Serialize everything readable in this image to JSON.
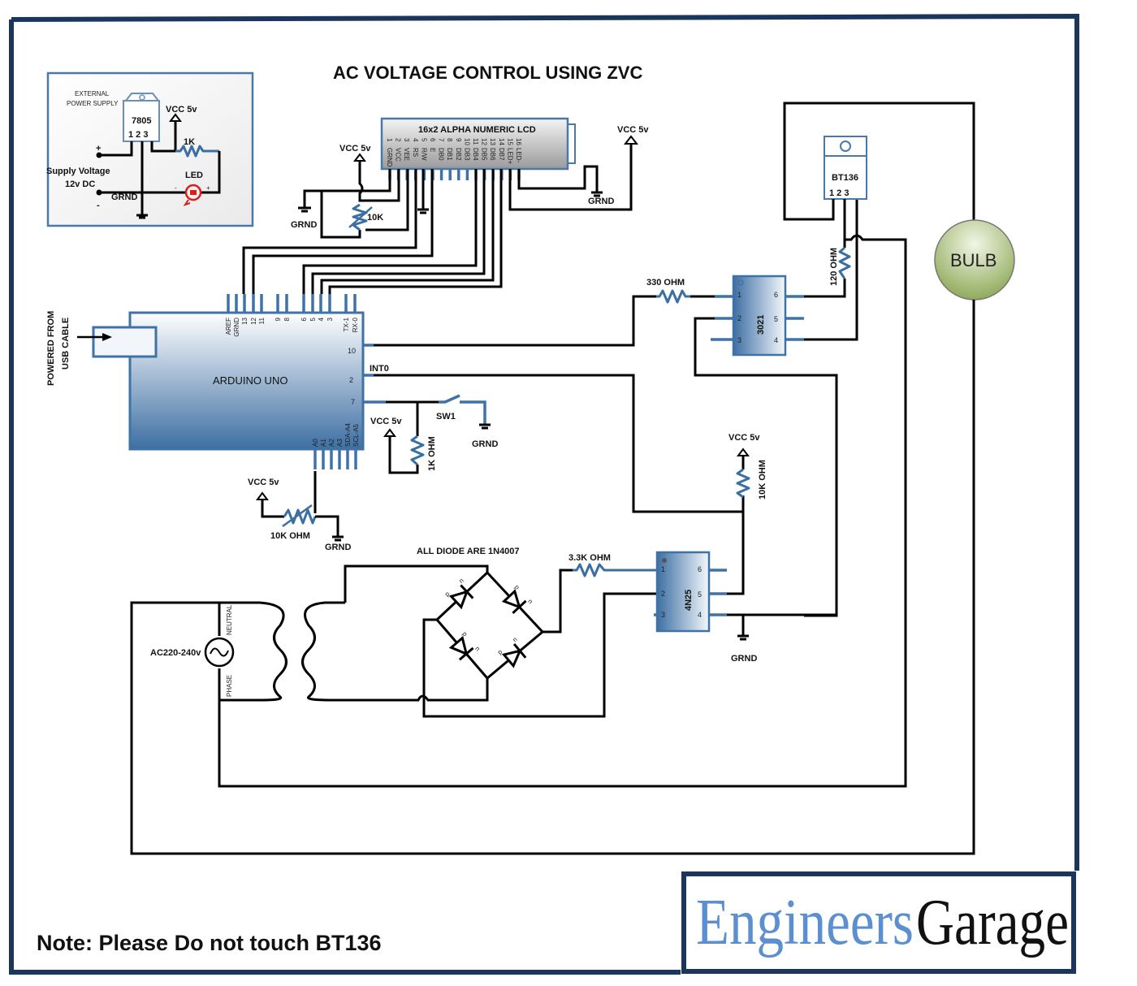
{
  "title": "AC VOLTAGE CONTROL USING ZVC",
  "note": "Note: Please Do not touch BT136",
  "brand": {
    "part1": "Engineers",
    "part2": "Garage",
    "part1_color": "#5b8fd0",
    "part2_color": "#111111"
  },
  "colors": {
    "frame": "#1b365d",
    "component_blue": "#3f72a6",
    "bulb_green": "#9cb56a",
    "led_red": "#d81e1e"
  },
  "power_supply": {
    "heading_line1": "EXTERNAL",
    "heading_line2": "POWER SUPPLY",
    "regulator": "7805",
    "regulator_pins": "1 2 3",
    "vcc": "VCC 5v",
    "resistor": "1K",
    "led": "LED",
    "supply_line1": "Supply Voltage",
    "supply_line2": "12v DC",
    "plus": "+",
    "minus": "-",
    "gnd": "GRND",
    "led_minus": "-",
    "led_plus": "+"
  },
  "lcd": {
    "title": "16x2 ALPHA NUMERIC LCD",
    "pin_numbers": [
      "1",
      "2",
      "3",
      "4",
      "5",
      "6",
      "7",
      "8",
      "9",
      "10",
      "11",
      "12",
      "13",
      "14",
      "15",
      "16"
    ],
    "pin_names": [
      "GRND",
      "VCC",
      "VEE",
      "RS",
      "R/W",
      "E",
      "DB0",
      "DB1",
      "DB2",
      "DB3",
      "DB4",
      "DB5",
      "DB6",
      "DB7",
      "LED+",
      "LED-"
    ],
    "vcc_left": "VCC 5v",
    "pot": "10K",
    "gnd_left": "GRND",
    "vcc_right": "VCC 5v",
    "gnd_right": "GRND"
  },
  "arduino": {
    "name": "ARDUINO UNO",
    "usb_label_line1": "POWERED FROM",
    "usb_label_line2": "USB CABLE",
    "top_pins": [
      "AREF",
      "GRND",
      "13",
      "12",
      "11",
      "9",
      "8",
      "6",
      "5",
      "4",
      "3",
      "TX-1",
      "RX-0"
    ],
    "right_pins": [
      "10",
      "2",
      "7"
    ],
    "bottom_pins": [
      "A0",
      "A1",
      "A2",
      "A3",
      "SDA-A4",
      "SCL-A5"
    ],
    "int_label": "INT0"
  },
  "switch_circuit": {
    "vcc": "VCC 5v",
    "resistor": "1K OHM",
    "switch": "SW1",
    "gnd": "GRND"
  },
  "pot_circuit": {
    "vcc": "VCC 5v",
    "pot": "10K OHM",
    "gnd": "GRND"
  },
  "opto_3021": {
    "name": "3021",
    "left_pins": [
      "1",
      "2",
      "3"
    ],
    "right_pins": [
      "6",
      "5",
      "4"
    ],
    "resistor": "330 OHM"
  },
  "triac": {
    "name": "BT136",
    "pins": "1 2 3",
    "gate_resistor": "120 OHM"
  },
  "bulb": {
    "label": "BULB"
  },
  "zero_cross": {
    "vcc": "VCC 5v",
    "pullup": "10K OHM",
    "opto_name": "4N25",
    "left_pins": [
      "1",
      "2",
      "3"
    ],
    "right_pins": [
      "6",
      "5",
      "4"
    ],
    "resistor": "3.3K OHM",
    "gnd": "GRND",
    "diode_note": "ALL DIODE ARE 1N4007",
    "diode_p": "p",
    "diode_n": "n"
  },
  "ac_source": {
    "label": "AC220-240v",
    "neutral": "NEUTRAL",
    "phase": "PHASE"
  }
}
